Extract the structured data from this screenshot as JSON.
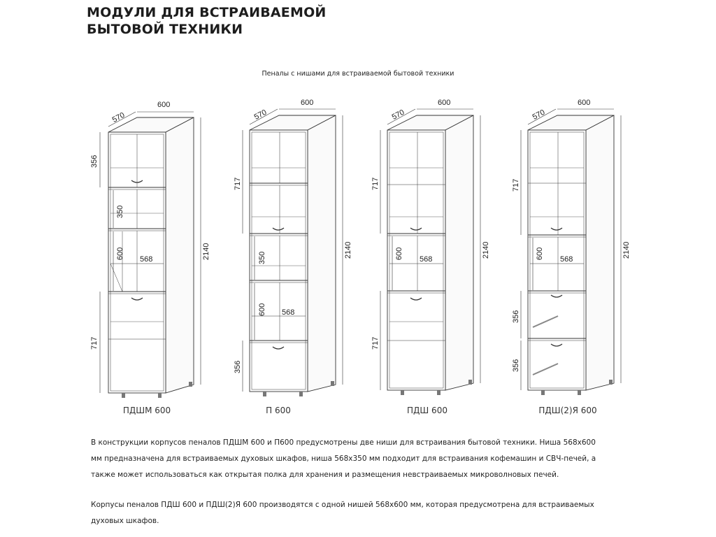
{
  "header": {
    "title_line1": "МОДУЛИ ДЛЯ ВСТРАИВАЕМОЙ",
    "title_line2": "БЫТОВОЙ ТЕХНИКИ",
    "subtitle": "Пеналы с нишами для встраиваемой бытовой техники"
  },
  "cabinets": [
    {
      "name": "ПДШМ 600",
      "dims": {
        "width": "600",
        "depth": "570",
        "height": "2140"
      },
      "sections": [
        "356",
        "350",
        "600",
        "568",
        "717"
      ]
    },
    {
      "name": "П 600",
      "dims": {
        "width": "600",
        "depth": "570",
        "height": "2140"
      },
      "sections": [
        "717",
        "350",
        "600",
        "568",
        "356"
      ]
    },
    {
      "name": "ПДШ 600",
      "dims": {
        "width": "600",
        "depth": "570",
        "height": "2140"
      },
      "sections": [
        "717",
        "600",
        "568",
        "717"
      ]
    },
    {
      "name": "ПДШ(2)Я 600",
      "dims": {
        "width": "600",
        "depth": "570",
        "height": "2140"
      },
      "sections": [
        "717",
        "600",
        "568",
        "356",
        "356"
      ]
    }
  ],
  "description": {
    "paragraph1": "В конструкции корпусов пеналов ПДШМ 600 и П600 предусмотрены две ниши для встраивания бытовой техники. Ниша 568x600 мм предназначена для встраиваемых духовых шкафов, ниша 568x350 мм подходит для встраивания кофемашин и СВЧ-печей, а также может использоваться как открытая полка для хранения и размещения невстраиваемых микроволновых печей.",
    "paragraph2": "Корпусы пеналов ПДШ 600 и ПДШ(2)Я 600 производятся с одной нишей 568x600 мм, которая предусмотрена для встраиваемых духовых шкафов."
  }
}
